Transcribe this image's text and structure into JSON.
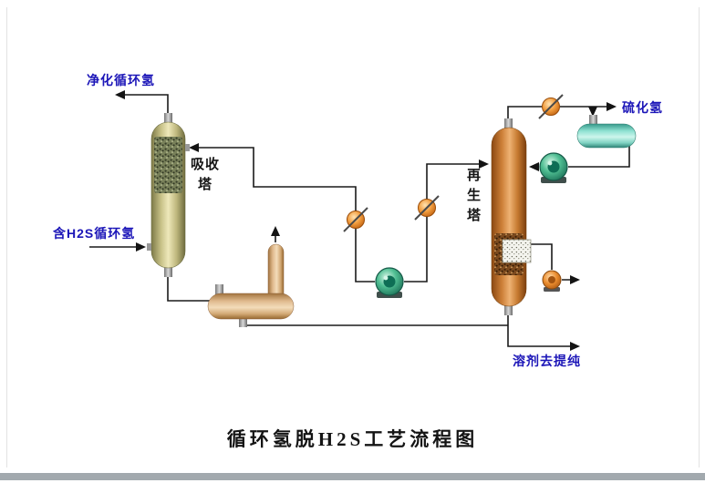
{
  "title": "循环氢脱H2S工艺流程图",
  "labels": {
    "purified_gas": "净化循环氢",
    "feed_gas": "含H2S循环氢",
    "absorber": "吸收\n塔",
    "regenerator": "再\n生\n塔",
    "h2s_out": "硫化氢",
    "solvent_out": "溶剂去提纯"
  },
  "colors": {
    "label_blue": "#1c16b8",
    "text_black": "#141414",
    "line_color": "#1a1a1a",
    "absorber_body": "#cfc98c",
    "regenerator_body": "#d08a44",
    "exchanger_body": "#e2bd92",
    "condenser_body": "#8fe0d0",
    "pump_green": "#2e9b78",
    "valve_orange": "#ec8c2c"
  }
}
